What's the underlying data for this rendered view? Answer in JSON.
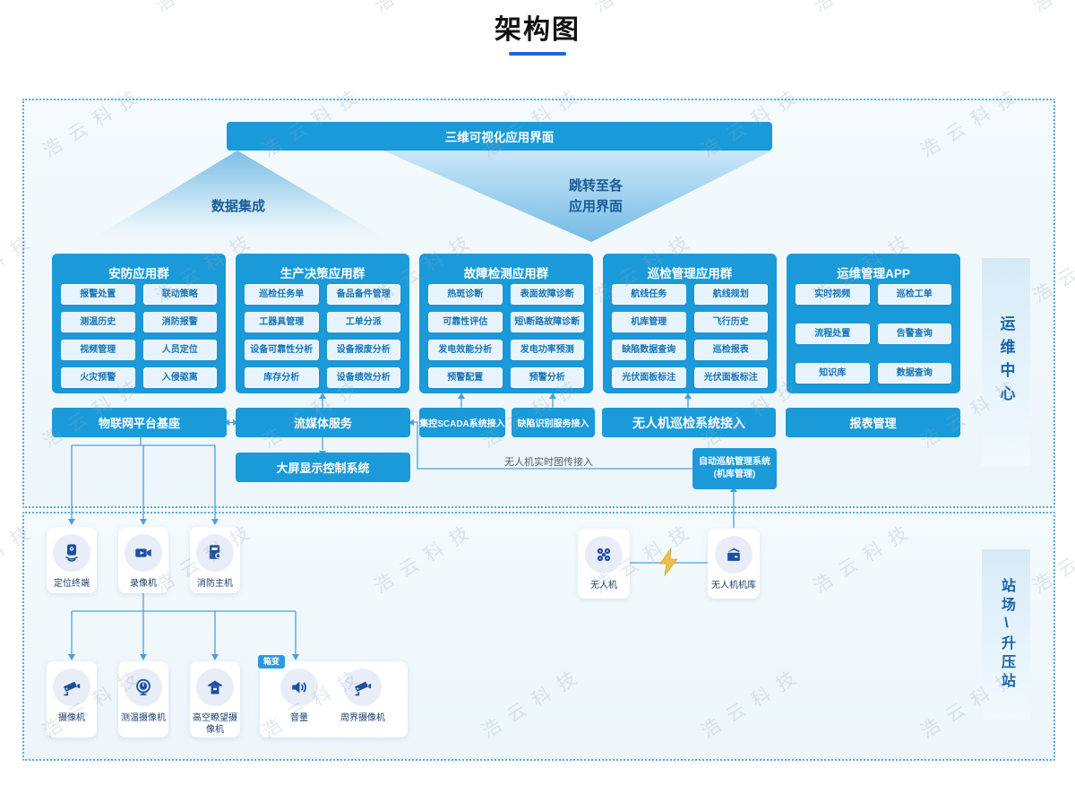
{
  "page": {
    "title": "架构图"
  },
  "watermark": {
    "text": "浩 云 科 技"
  },
  "colors": {
    "primary_blue": "#1a9ad9",
    "item_bg": "#e7f4fd",
    "item_text": "#1474b8",
    "line_blue": "#49a2dd",
    "underline_blue": "#1b66e0",
    "icon_blue": "#1d4fa1",
    "lightning_gold": "#eebf4a",
    "region_border": "#58a9e2"
  },
  "regions": {
    "ops_center_label": "运维中心",
    "station_label": "站场\\升压站"
  },
  "top": {
    "main_interface": "三维可视化应用界面",
    "left_funnel_label": "数据集成",
    "right_funnel_label_line1": "跳转至各",
    "right_funnel_label_line2": "应用界面"
  },
  "groups": [
    {
      "title": "安防应用群",
      "items": [
        "报警处置",
        "联动策略",
        "测温历史",
        "消防报警",
        "视频管理",
        "人员定位",
        "火灾预警",
        "入侵驱离"
      ]
    },
    {
      "title": "生产决策应用群",
      "items": [
        "巡检任务单",
        "备品备件管理",
        "工器具管理",
        "工单分派",
        "设备可靠性分析",
        "设备报废分析",
        "库存分析",
        "设备绩效分析"
      ]
    },
    {
      "title": "故障检测应用群",
      "items": [
        "热斑诊断",
        "表面故障诊断",
        "可靠性评估",
        "短\\断路故障诊断",
        "发电效能分析",
        "发电功率预测",
        "预警配置",
        "预警分析"
      ]
    },
    {
      "title": "巡检管理应用群",
      "items": [
        "航线任务",
        "航线规划",
        "机库管理",
        "飞行历史",
        "缺陷数据查询",
        "巡检报表",
        "光伏面板标注",
        "光伏面板标注"
      ]
    },
    {
      "title": "运维管理APP",
      "items": [
        "实时视频",
        "巡检工单",
        "流程处置",
        "告警查询",
        "知识库",
        "数据查询"
      ]
    }
  ],
  "platform_bars": {
    "iot": "物联网平台基座",
    "streaming": "流媒体服务",
    "scada": "集控SCADA系统接入",
    "defect": "缺陷识别服务接入",
    "uav": "无人机巡检系统接入",
    "report": "报表管理",
    "big_screen": "大屏显示控制系统",
    "auto_cruise_line1": "自动巡航管理系统",
    "auto_cruise_line2": "(机库管理)"
  },
  "connections": {
    "uav_video_label": "无人机实时图传接入"
  },
  "devices": {
    "row1": [
      {
        "label": "定位终端",
        "icon": "locator-icon"
      },
      {
        "label": "录像机",
        "icon": "camcorder-icon"
      },
      {
        "label": "消防主机",
        "icon": "fire-panel-icon"
      }
    ],
    "uav": [
      {
        "label": "无人机",
        "icon": "drone-icon"
      },
      {
        "label": "无人机机库",
        "icon": "hangar-icon"
      }
    ],
    "row2": [
      {
        "label": "摄像机",
        "icon": "cctv-icon"
      },
      {
        "label": "测温摄像机",
        "icon": "thermal-camera-icon"
      },
      {
        "label": "高空瞭望摄像机",
        "icon": "watchtower-icon"
      }
    ],
    "box_transformer": {
      "badge": "箱变",
      "items": [
        {
          "label": "音量",
          "icon": "speaker-icon"
        },
        {
          "label": "周界摄像机",
          "icon": "cctv-icon"
        }
      ]
    }
  }
}
